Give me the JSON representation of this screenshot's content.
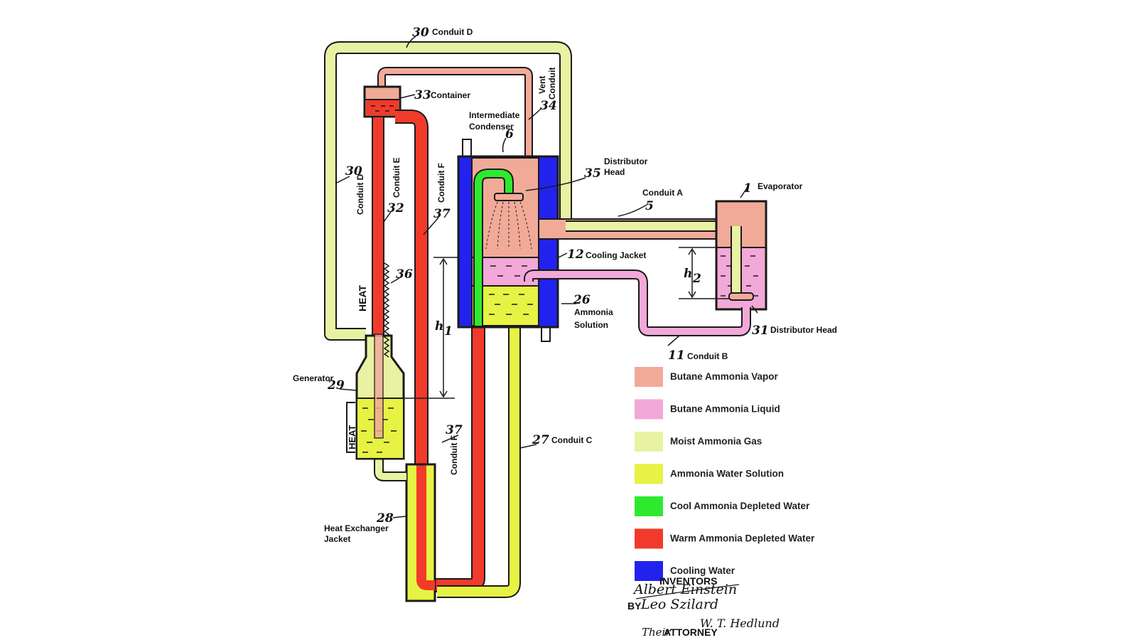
{
  "labels": {
    "conduit_d_top": "Conduit D",
    "conduit_d_side": "Conduit D",
    "conduit_e": "Conduit E",
    "conduit_f_upper": "Conduit F",
    "conduit_f_lower": "Conduit F",
    "container": "Container",
    "vent_conduit_1": "Vent",
    "vent_conduit_2": "Conduit",
    "intermediate_condenser_1": "Intermediate",
    "intermediate_condenser_2": "Condenser",
    "distributor_head_1": "Distributor",
    "distributor_head_2": "Head",
    "conduit_a": "Conduit A",
    "evaporator": "Evaporator",
    "cooling_jacket": "Cooling Jacket",
    "ammonia_solution_1": "Ammonia",
    "ammonia_solution_2": "Solution",
    "distributor_head_right": "Distributor Head",
    "conduit_b": "Conduit B",
    "generator": "Generator",
    "conduit_c": "Conduit C",
    "heat_exchanger_1": "Heat Exchanger",
    "heat_exchanger_2": "Jacket",
    "heat_upper": "HEAT",
    "heat_lower": "HEAT",
    "h1": "h",
    "h1_sub": "1",
    "h2": "h",
    "h2_sub": "2"
  },
  "numbers": {
    "n30_top": "30",
    "n30_side": "30",
    "n33": "33",
    "n34": "34",
    "n6": "6",
    "n35": "35",
    "n5": "5",
    "n1": "1",
    "n32": "32",
    "n37_upper": "37",
    "n12": "12",
    "n36": "36",
    "n26": "26",
    "n31": "31",
    "n11": "11",
    "n29": "29",
    "n37_lower": "37",
    "n27": "27",
    "n28": "28"
  },
  "legend": [
    {
      "label": "Butane Ammonia Vapor",
      "color": "#f2aa98"
    },
    {
      "label": "Butane Ammonia Liquid",
      "color": "#f2a8d8"
    },
    {
      "label": "Moist Ammonia Gas",
      "color": "#e8f2a2"
    },
    {
      "label": "Ammonia Water Solution",
      "color": "#e6f244"
    },
    {
      "label": "Cool Ammonia Depleted Water",
      "color": "#2eea2e"
    },
    {
      "label": "Warm Ammonia Depleted Water",
      "color": "#f23a2a"
    },
    {
      "label": "Cooling Water",
      "color": "#2222ee"
    }
  ],
  "signature": {
    "inventors": "INVENTORS",
    "by": "BY",
    "name1": "Albert Einstein",
    "name2": "Leo Szilard",
    "attorney_prefix": "Their",
    "attorney": "ATTORNEY",
    "attorney_name": "W. T. Hedlund"
  },
  "colors": {
    "vapor": "#f2aa98",
    "liquid": "#f2a8d8",
    "moist_gas": "#e8f2a2",
    "solution": "#e6f244",
    "cool_water": "#2eea2e",
    "warm_water": "#f23a2a",
    "cooling_water": "#2222ee",
    "ink": "#1a1a1a"
  }
}
